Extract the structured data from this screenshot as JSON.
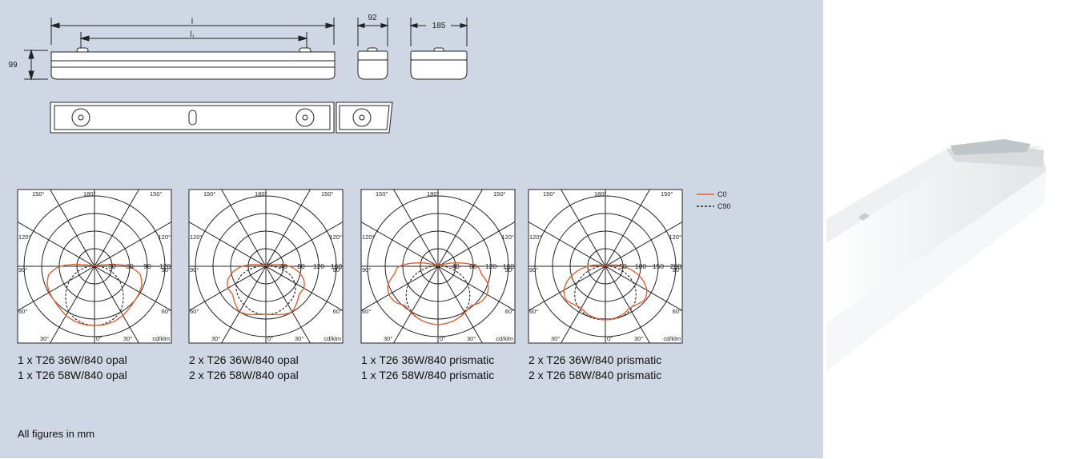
{
  "dimensions": {
    "length_label": "l",
    "inner_length_label": "l",
    "inner_length_subscript": "1",
    "height_label": "99",
    "width_narrow_label": "92",
    "width_wide_label": "185"
  },
  "legend": {
    "items": [
      {
        "label": "C0",
        "color": "#e8602a",
        "style": "solid"
      },
      {
        "label": "C90",
        "color": "#222222",
        "style": "dashed"
      }
    ]
  },
  "chart_data": [
    {
      "type": "polar",
      "angle_labels": [
        "150°",
        "180°",
        "150°",
        "120°",
        "120°",
        "90°",
        "90°",
        "60°",
        "60°",
        "30°",
        "0°",
        "30°"
      ],
      "radial_ticks": [
        "30",
        "60",
        "90",
        "120"
      ],
      "unit": "cd/klm",
      "series": [
        {
          "name": "C0"
        },
        {
          "name": "C90"
        }
      ],
      "caption": [
        "1 x T26 36W/840 opal",
        "1 x T26 58W/840 opal"
      ]
    },
    {
      "type": "polar",
      "angle_labels": [
        "150°",
        "180°",
        "150°",
        "120°",
        "120°",
        "90°",
        "90°",
        "60°",
        "60°",
        "30°",
        "0°",
        "30°"
      ],
      "radial_ticks": [
        "40",
        "80",
        "120",
        "160"
      ],
      "unit": "cd/klm",
      "series": [
        {
          "name": "C0"
        },
        {
          "name": "C90"
        }
      ],
      "caption": [
        "2 x T26 36W/840 opal",
        "2 x T26 58W/840 opal"
      ]
    },
    {
      "type": "polar",
      "angle_labels": [
        "150°",
        "180°",
        "150°",
        "120°",
        "120°",
        "90°",
        "90°",
        "60°",
        "60°",
        "30°",
        "0°",
        "30°"
      ],
      "radial_ticks": [
        "40",
        "80",
        "120",
        "160"
      ],
      "unit": "cd/klm",
      "series": [
        {
          "name": "C0"
        },
        {
          "name": "C90"
        }
      ],
      "caption": [
        "1 x T26 36W/840 prismatic",
        "1 x T26 58W/840 prismatic"
      ]
    },
    {
      "type": "polar",
      "angle_labels": [
        "150°",
        "180°",
        "150°",
        "120°",
        "120°",
        "90°",
        "90°",
        "60°",
        "60°",
        "30°",
        "0°",
        "30°"
      ],
      "radial_ticks": [
        "50",
        "100",
        "150",
        "200"
      ],
      "unit": "cd/klm",
      "series": [
        {
          "name": "C0"
        },
        {
          "name": "C90"
        }
      ],
      "caption": [
        "2 x T26 36W/840 prismatic",
        "2 x T26 58W/840 prismatic"
      ]
    }
  ],
  "footnote": "All figures in mm"
}
